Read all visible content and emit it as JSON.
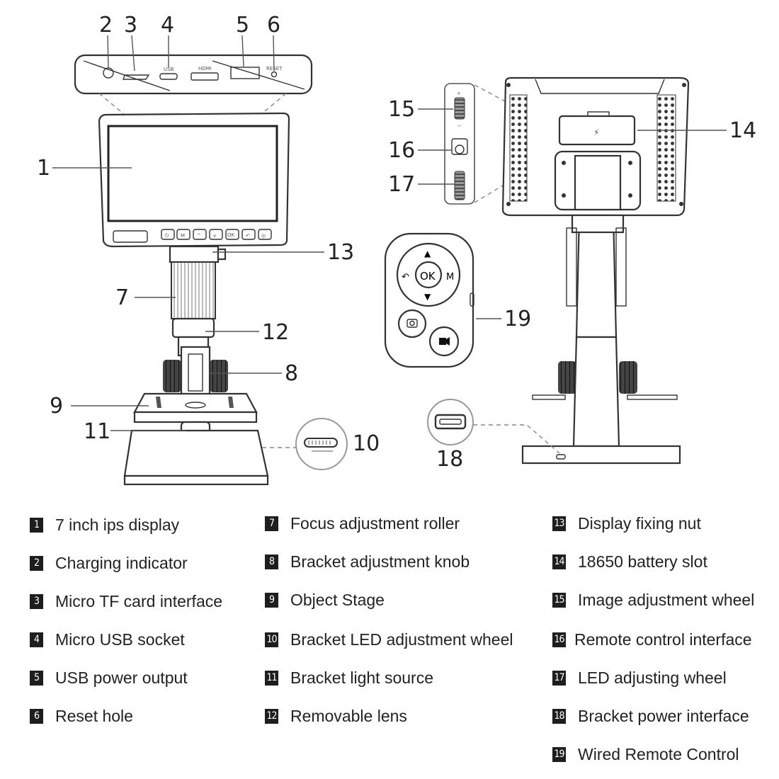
{
  "callouts": [
    "1",
    "2",
    "3",
    "4",
    "5",
    "6",
    "7",
    "8",
    "9",
    "10",
    "11",
    "12",
    "13",
    "14",
    "15",
    "16",
    "17",
    "18",
    "19"
  ],
  "port_labels": {
    "usb": "USB",
    "hdmi": "HDMI",
    "reset": "RESET"
  },
  "remote_labels": {
    "ok": "OK",
    "mode": "M"
  },
  "screen_buttons": [
    "M",
    "OK"
  ],
  "wheel_signs": {
    "plus": "+",
    "minus": "−"
  },
  "legend": [
    {
      "num": "1",
      "label": "7 inch ips display"
    },
    {
      "num": "2",
      "label": "Charging indicator"
    },
    {
      "num": "3",
      "label": "Micro TF card interface"
    },
    {
      "num": "4",
      "label": "Micro USB socket"
    },
    {
      "num": "5",
      "label": "USB power output"
    },
    {
      "num": "6",
      "label": "Reset hole"
    },
    {
      "num": "7",
      "label": "Focus adjustment roller"
    },
    {
      "num": "8",
      "label": "Bracket adjustment knob"
    },
    {
      "num": "9",
      "label": "Object Stage"
    },
    {
      "num": "10",
      "label": "Bracket LED adjustment wheel"
    },
    {
      "num": "11",
      "label": "Bracket light source"
    },
    {
      "num": "12",
      "label": "Removable lens"
    },
    {
      "num": "13",
      "label": "Display fixing nut"
    },
    {
      "num": "14",
      "label": "18650 battery slot"
    },
    {
      "num": "15",
      "label": "Image adjustment wheel"
    },
    {
      "num": "16",
      "label": "Remote control interface"
    },
    {
      "num": "17",
      "label": "LED adjusting wheel"
    },
    {
      "num": "18",
      "label": "Bracket power interface"
    },
    {
      "num": "19",
      "label": "Wired Remote Control"
    }
  ]
}
